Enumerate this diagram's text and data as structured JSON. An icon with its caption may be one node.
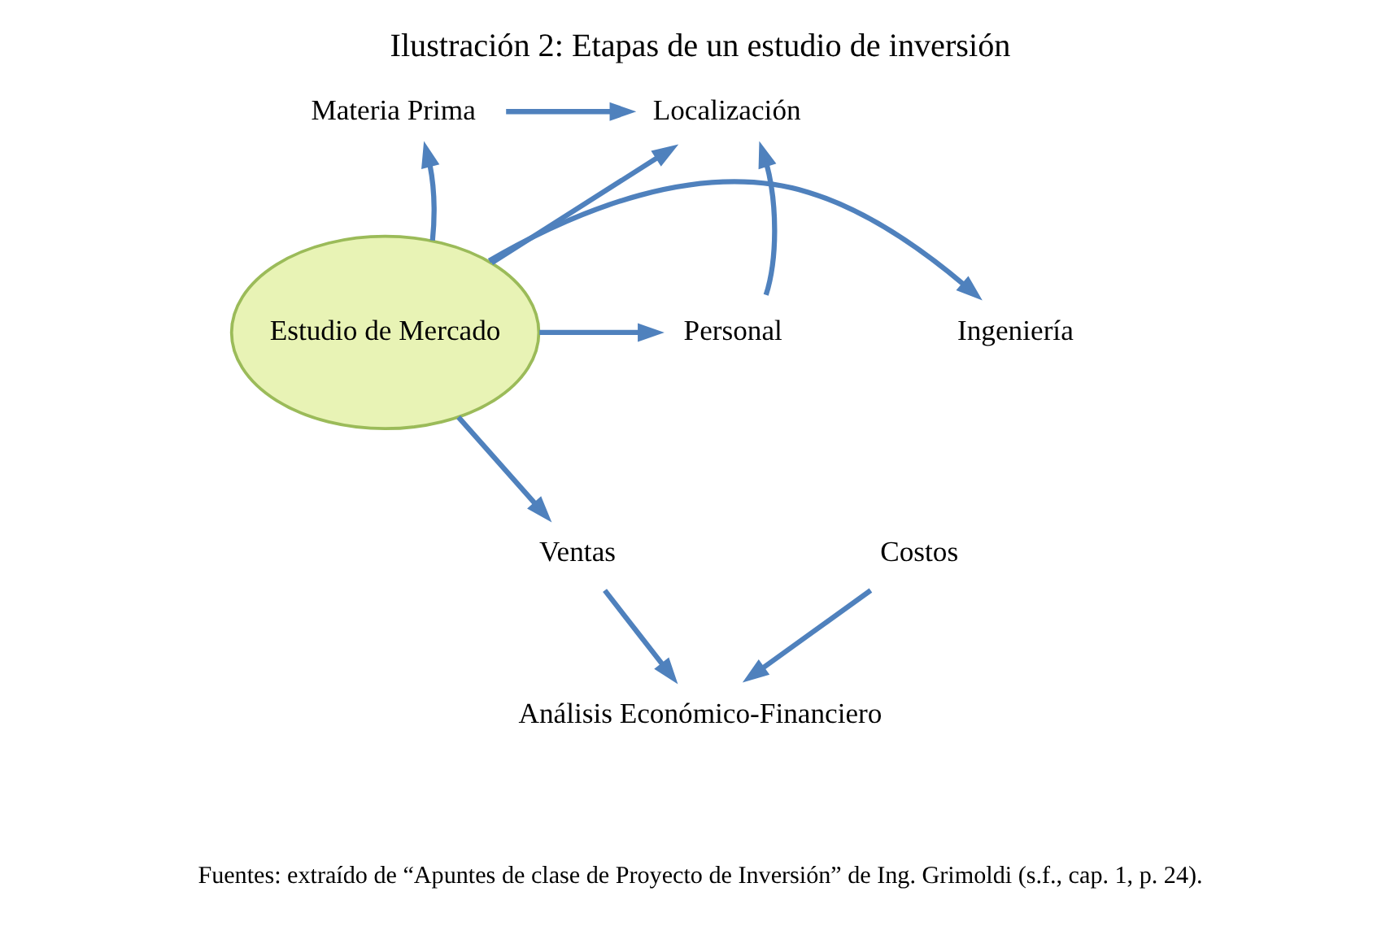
{
  "diagram": {
    "title": "Ilustración 2: Etapas de un estudio de inversión",
    "caption": "Fuentes: extraído de “Apuntes de clase de Proyecto de Inversión” de Ing. Grimoldi (s.f., cap. 1, p. 24).",
    "nodes": [
      {
        "text": [
          "Materia Prima"
        ]
      },
      {
        "text": [
          "Localización"
        ]
      },
      {
        "text": [
          "Ingeniería"
        ]
      },
      {
        "text": [
          "Estudio de Mercado"
        ]
      },
      {
        "text": [
          "Personal"
        ]
      },
      {
        "text": [
          "Costos"
        ]
      },
      {
        "text": [
          "Ventas"
        ]
      },
      {
        "text": [
          "Análisis Económico-Financiero"
        ]
      }
    ],
    "edges": [
      {
        "from": 3,
        "to": 0,
        "arrow": "to"
      },
      {
        "from": 0,
        "to": 1,
        "arrow": "to"
      },
      {
        "from": 3,
        "to": 1,
        "arrow": "to"
      },
      {
        "from": 4,
        "to": 1,
        "arrow": "to"
      },
      {
        "from": 3,
        "to": 2,
        "arrow": "to"
      },
      {
        "from": 3,
        "to": 4,
        "arrow": "to"
      },
      {
        "from": 3,
        "to": 6,
        "arrow": "to"
      },
      {
        "from": 5,
        "to": 7,
        "arrow": "to"
      },
      {
        "from": 6,
        "to": 7,
        "arrow": "to"
      }
    ]
  }
}
